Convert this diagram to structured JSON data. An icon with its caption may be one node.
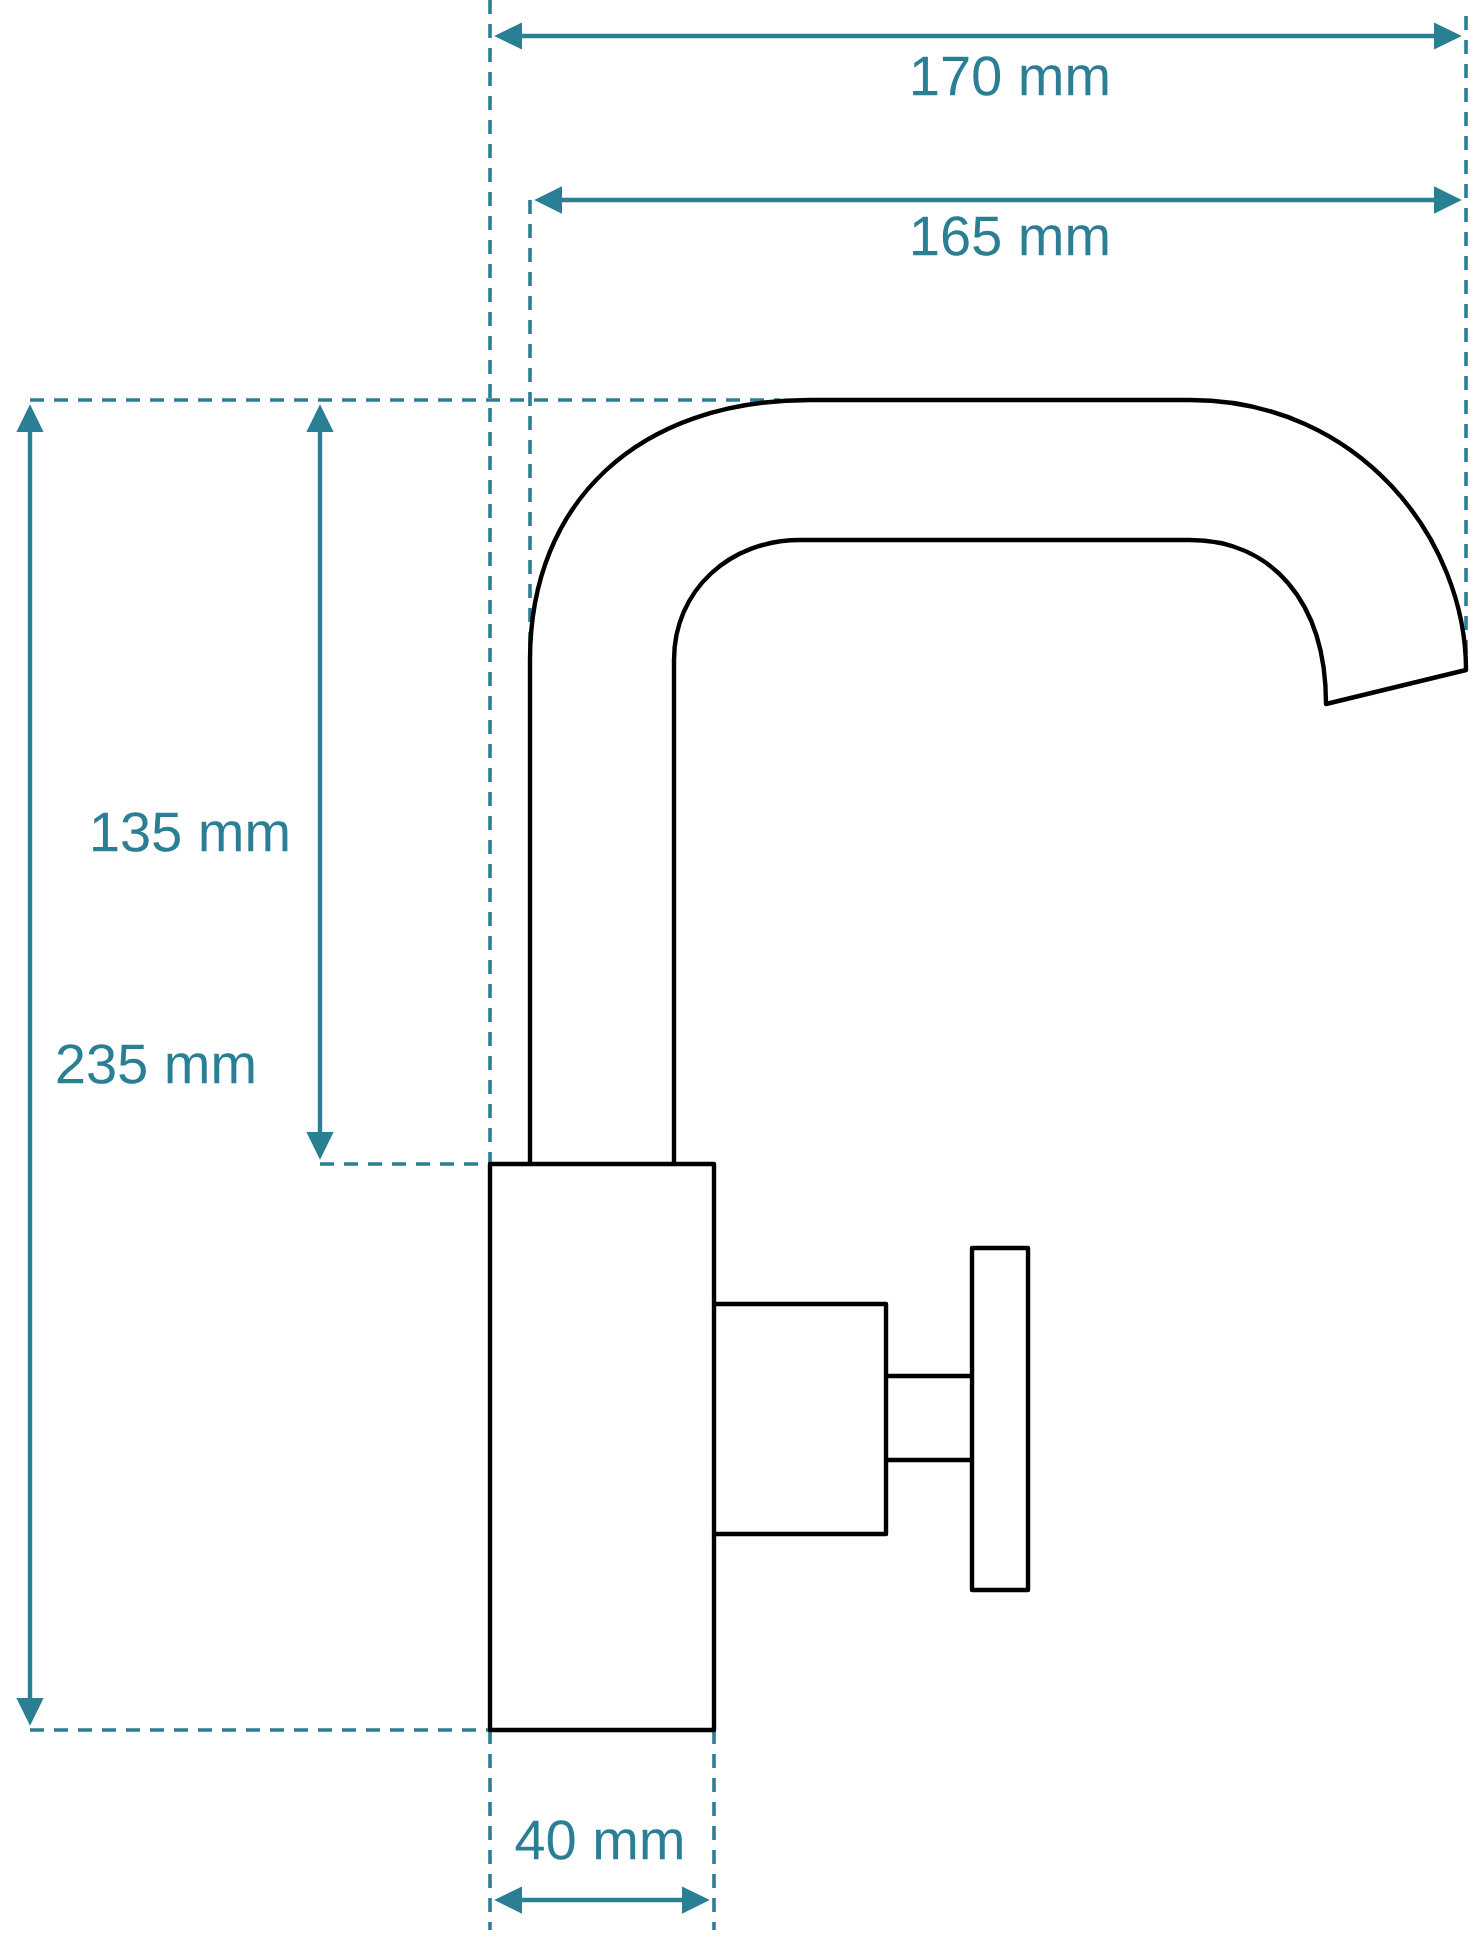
{
  "diagram": {
    "labels": [
      "170 mm",
      "165 mm",
      "135 mm",
      "235 mm",
      "40 mm"
    ]
  }
}
